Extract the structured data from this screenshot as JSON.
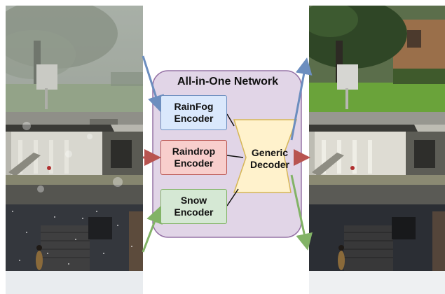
{
  "network": {
    "title": "All-in-One Network"
  },
  "encoders": [
    {
      "label": "RainFog\nEncoder",
      "fill": "#dae8fc",
      "border": "#6c8ebf"
    },
    {
      "label": "Raindrop\nEncoder",
      "fill": "#f8cecc",
      "border": "#b85450"
    },
    {
      "label": "Snow\nEncoder",
      "fill": "#d5e8d4",
      "border": "#82b366"
    }
  ],
  "decoder": {
    "label": "Generic\nDecoder",
    "fill": "#fff2cc",
    "border": "#d6b656"
  },
  "colors": {
    "network_bg": "#e1d5e7",
    "network_border": "#9673a6",
    "arrow_blue": "#6c8ebf",
    "arrow_red": "#b85450",
    "arrow_green": "#82b366"
  },
  "images": {
    "input": [
      "foggy-rainy-tree-scene",
      "raindrop-building-scene",
      "snowy-night-street-scene"
    ],
    "output": [
      "clean-tree-scene",
      "clean-building-scene",
      "clean-night-street-scene"
    ]
  }
}
